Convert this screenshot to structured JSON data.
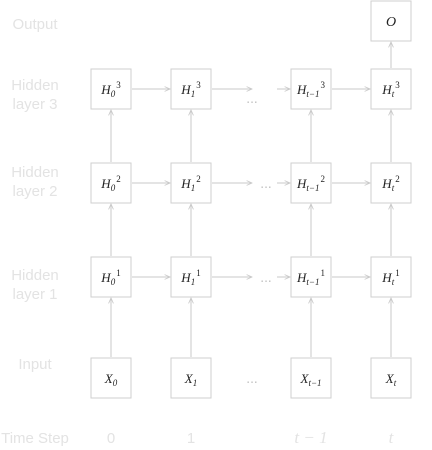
{
  "row_labels": {
    "output": [
      "Output"
    ],
    "hidden3": [
      "Hidden",
      "layer 3"
    ],
    "hidden2": [
      "Hidden",
      "layer 2"
    ],
    "hidden1": [
      "Hidden",
      "layer 1"
    ],
    "input": [
      "Input"
    ],
    "timestep": [
      "Time Step"
    ]
  },
  "time_steps": [
    "0",
    "1",
    "t − 1",
    "t"
  ],
  "ellipsis": "...",
  "cells": {
    "output": {
      "base": "O",
      "sub": "",
      "sup": ""
    },
    "hidden3": [
      {
        "base": "H",
        "sub": "0",
        "sup": "3"
      },
      {
        "base": "H",
        "sub": "1",
        "sup": "3"
      },
      {
        "base": "H",
        "sub": "t−1",
        "sup": "3"
      },
      {
        "base": "H",
        "sub": "t",
        "sup": "3"
      }
    ],
    "hidden2": [
      {
        "base": "H",
        "sub": "0",
        "sup": "2"
      },
      {
        "base": "H",
        "sub": "1",
        "sup": "2"
      },
      {
        "base": "H",
        "sub": "t−1",
        "sup": "2"
      },
      {
        "base": "H",
        "sub": "t",
        "sup": "2"
      }
    ],
    "hidden1": [
      {
        "base": "H",
        "sub": "0",
        "sup": "1"
      },
      {
        "base": "H",
        "sub": "1",
        "sup": "1"
      },
      {
        "base": "H",
        "sub": "t−1",
        "sup": "1"
      },
      {
        "base": "H",
        "sub": "t",
        "sup": "1"
      }
    ],
    "input": [
      {
        "base": "X",
        "sub": "0",
        "sup": ""
      },
      {
        "base": "X",
        "sub": "1",
        "sup": ""
      },
      {
        "base": "X",
        "sub": "t−1",
        "sup": ""
      },
      {
        "base": "X",
        "sub": "t",
        "sup": ""
      }
    ]
  },
  "colors": {
    "label": "#e3e3e3",
    "box_stroke": "#cfcfcf",
    "arrow": "#c9c9c9",
    "math_text": "#222222"
  }
}
